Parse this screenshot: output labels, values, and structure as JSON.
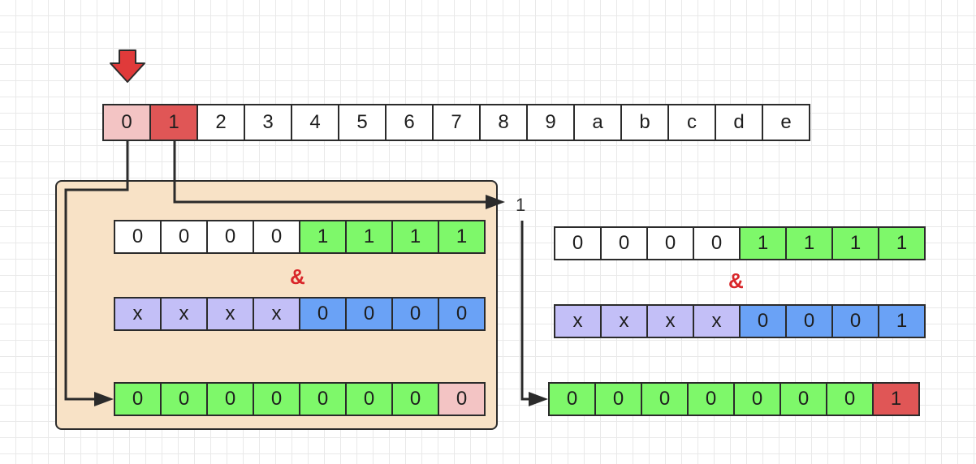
{
  "top_pointer": {
    "icon": "red-down-arrow-icon",
    "color": "#e03a3a"
  },
  "lanes": [
    {
      "label": "0",
      "color": "#f3c4c4"
    },
    {
      "label": "1",
      "color": "#e05656"
    },
    {
      "label": "2",
      "color": "#ffffff"
    },
    {
      "label": "3",
      "color": "#ffffff"
    },
    {
      "label": "4",
      "color": "#ffffff"
    },
    {
      "label": "5",
      "color": "#ffffff"
    },
    {
      "label": "6",
      "color": "#ffffff"
    },
    {
      "label": "7",
      "color": "#ffffff"
    },
    {
      "label": "8",
      "color": "#ffffff"
    },
    {
      "label": "9",
      "color": "#ffffff"
    },
    {
      "label": "a",
      "color": "#ffffff"
    },
    {
      "label": "b",
      "color": "#ffffff"
    },
    {
      "label": "c",
      "color": "#ffffff"
    },
    {
      "label": "d",
      "color": "#ffffff"
    },
    {
      "label": "e",
      "color": "#ffffff"
    }
  ],
  "left": {
    "mask": [
      "0",
      "0",
      "0",
      "0",
      "1",
      "1",
      "1",
      "1"
    ],
    "operator": "&",
    "input": [
      "x",
      "x",
      "x",
      "x",
      "0",
      "0",
      "0",
      "0"
    ],
    "result": [
      "0",
      "0",
      "0",
      "0",
      "0",
      "0",
      "0",
      "0"
    ]
  },
  "right": {
    "arrow_label": "1",
    "mask": [
      "0",
      "0",
      "0",
      "0",
      "1",
      "1",
      "1",
      "1"
    ],
    "operator": "&",
    "input": [
      "x",
      "x",
      "x",
      "x",
      "0",
      "0",
      "0",
      "1"
    ],
    "result": [
      "0",
      "0",
      "0",
      "0",
      "0",
      "0",
      "0",
      "1"
    ]
  },
  "colors": {
    "white": "#ffffff",
    "green": "#7ef86a",
    "lavender": "#c3bff7",
    "blue": "#6aa2f6",
    "pink": "#f3c4c4",
    "red": "#e05656",
    "panel": "#f8e2c6",
    "operator": "#d9262a"
  }
}
